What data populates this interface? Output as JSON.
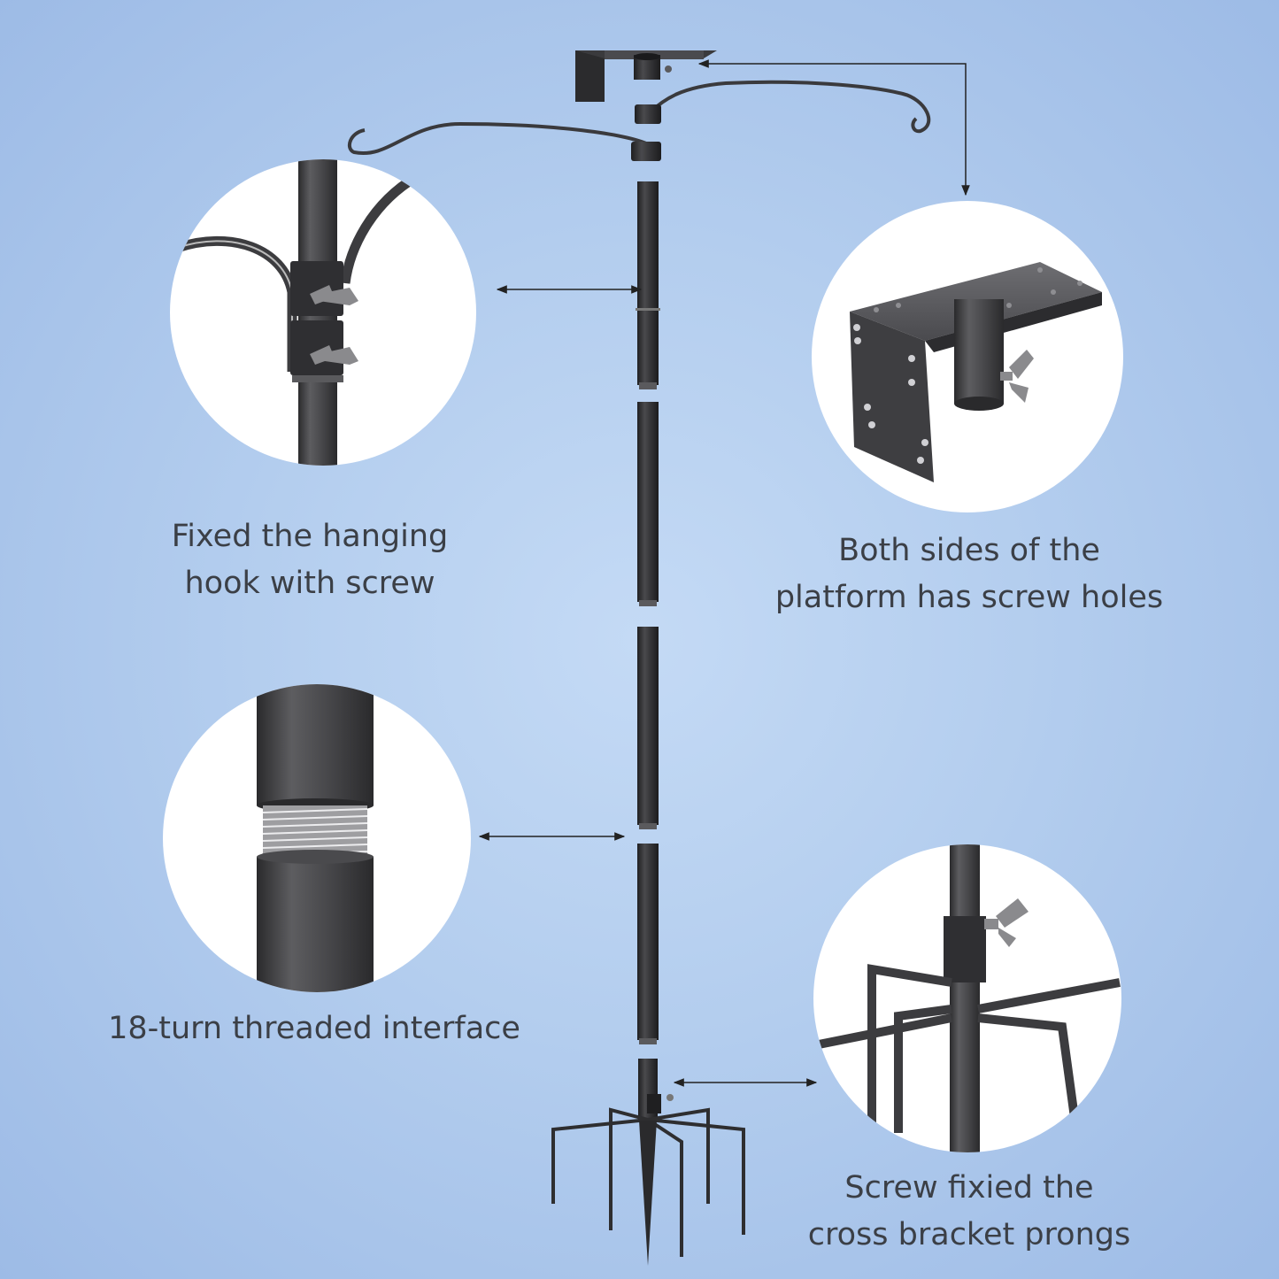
{
  "captions": {
    "hook": {
      "line1": "Fixed the hanging",
      "line2": "hook with screw"
    },
    "platform": {
      "line1": "Both sides of the",
      "line2": "platform has screw holes"
    },
    "thread": {
      "line1": "18-turn threaded interface"
    },
    "prongs": {
      "line1": "Screw fixied the",
      "line2": "cross bracket prongs"
    }
  },
  "colors": {
    "background": "#b3cdee",
    "metal_dark": "#2e2e30",
    "metal_mid": "#48484b",
    "metal_light": "#6d6d70",
    "thread": "#a9a9ab",
    "circle_fill": "#ffffff",
    "text": "#3b3f46",
    "arrow": "#222222"
  },
  "icons": {
    "wing_nut": "wing-nut-icon",
    "arrow": "double-arrow-icon"
  }
}
